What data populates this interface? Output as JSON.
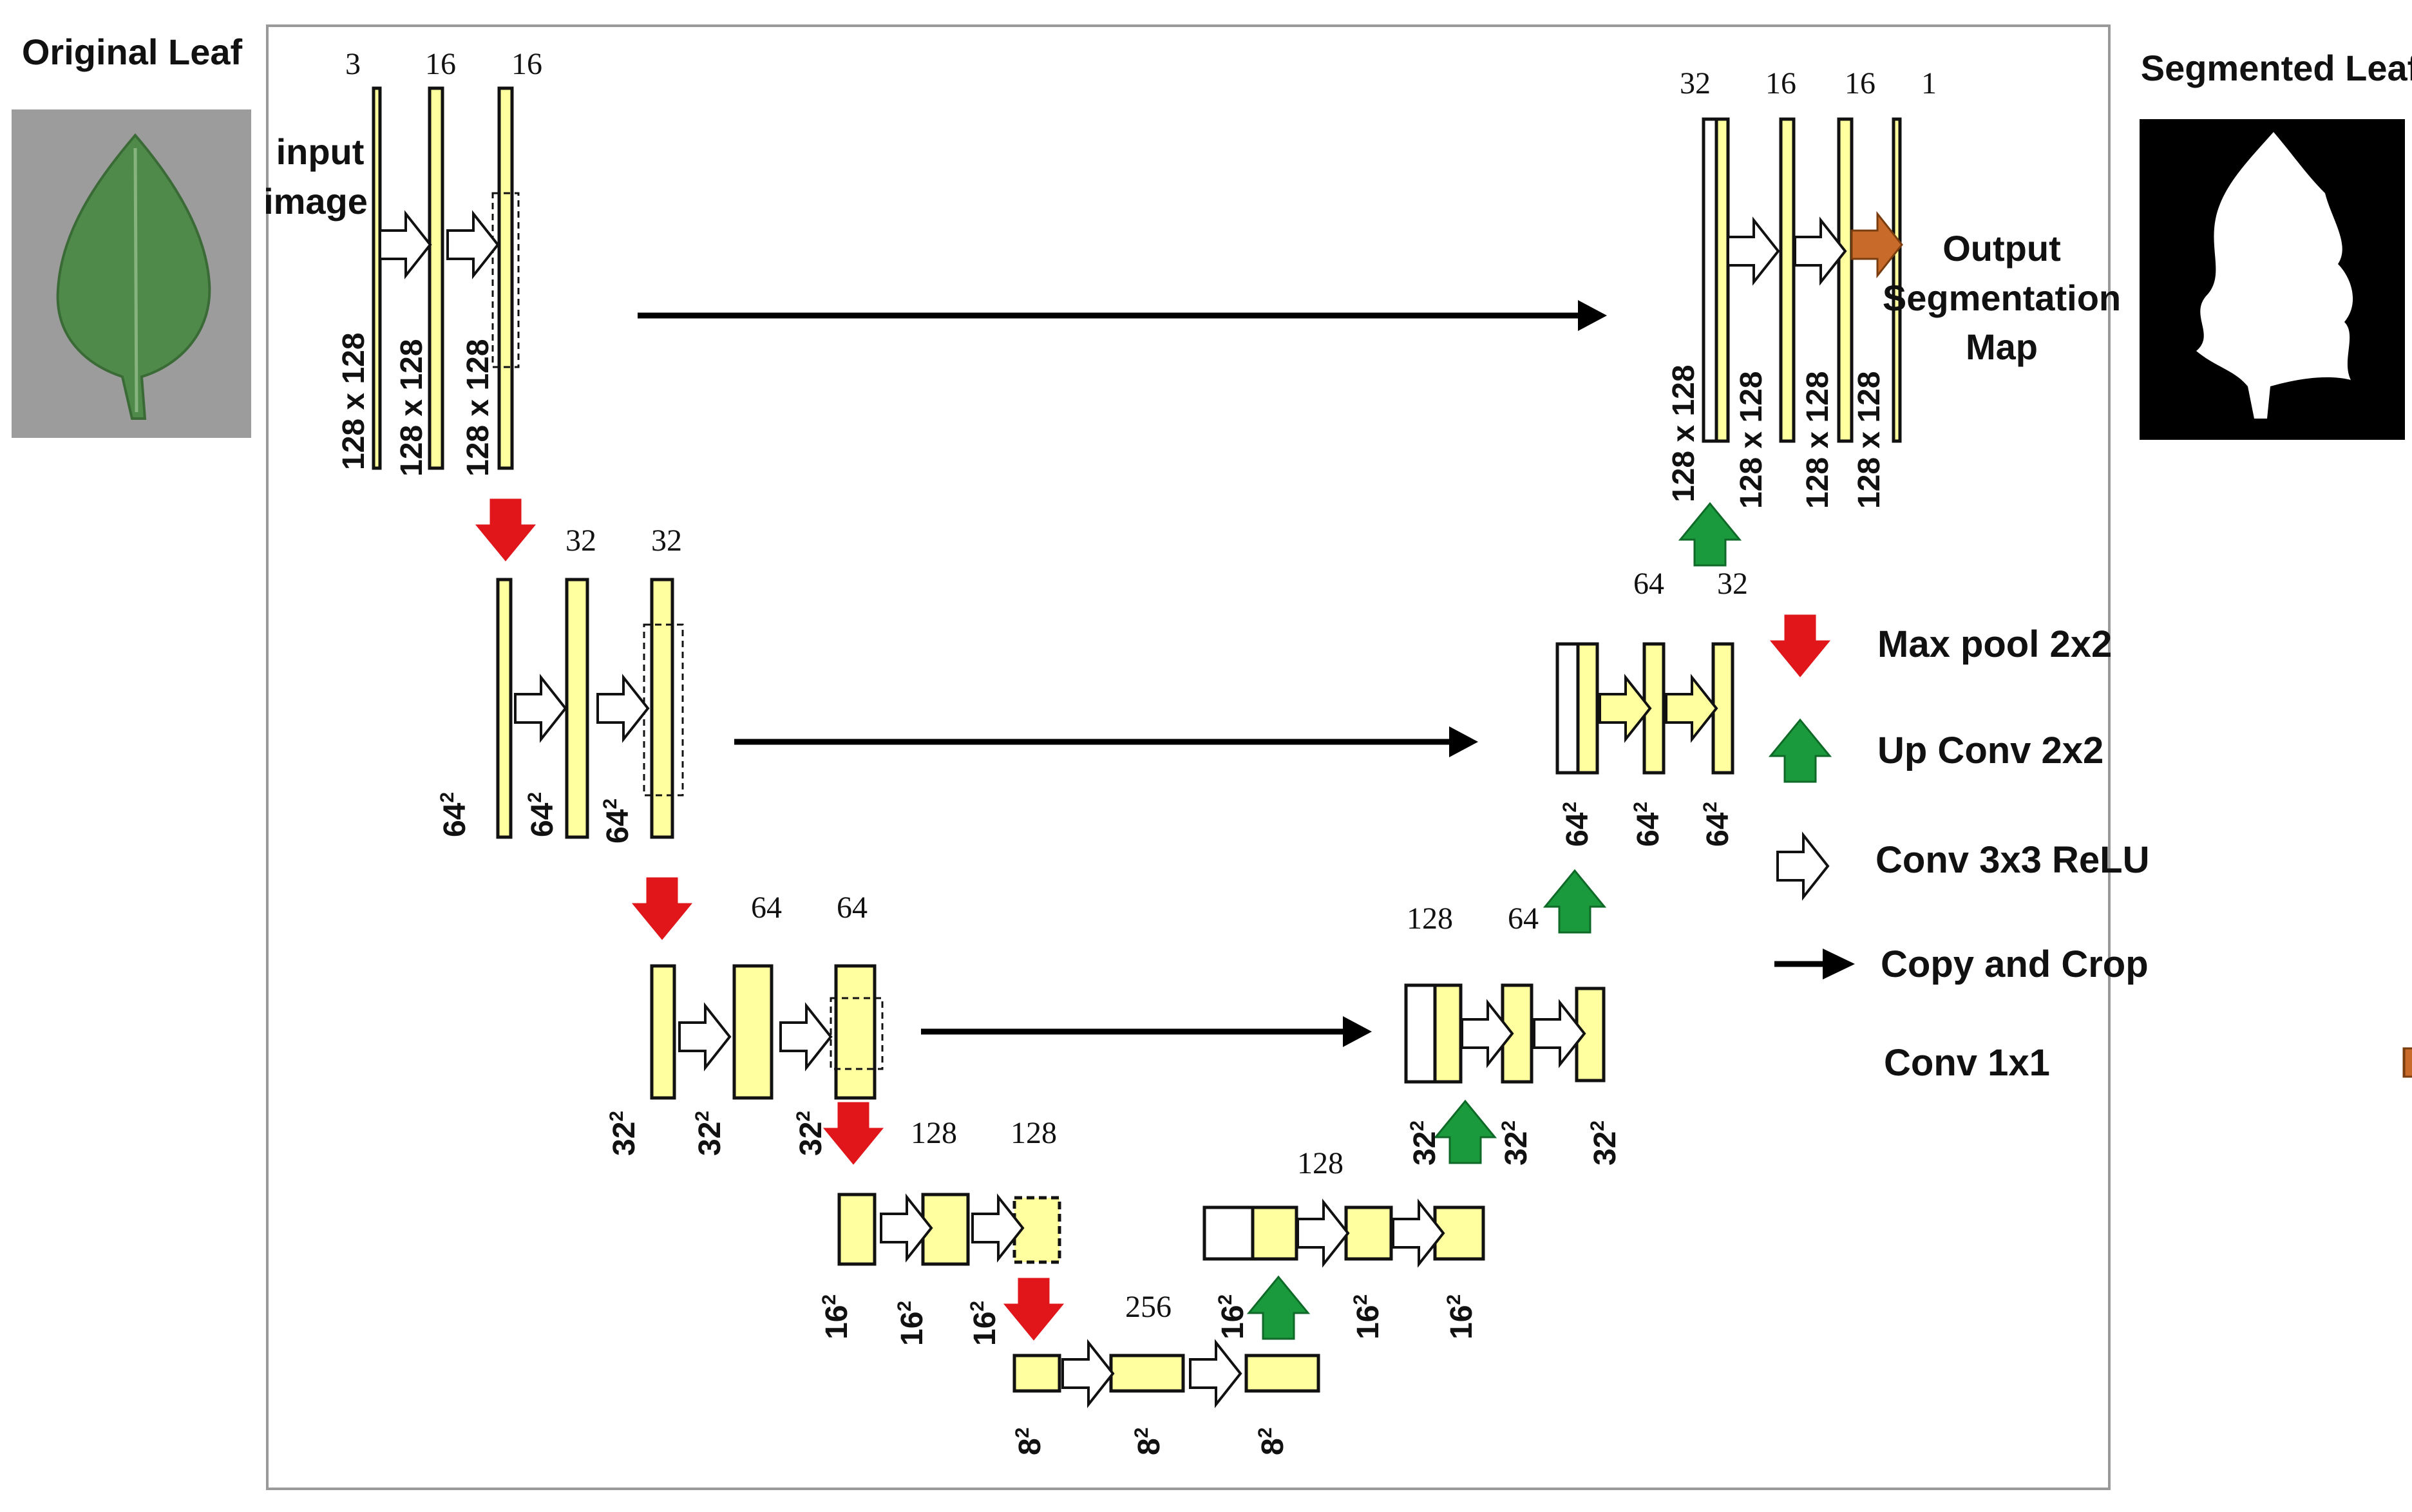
{
  "original_label": "Original Leaf",
  "segmented_label": "Segmented Leaf",
  "input_label_1": "input",
  "input_label_2": "image",
  "output_label_1": "Output",
  "output_label_2": "Segmentation",
  "output_label_3": "Map",
  "channels": {
    "enc1": [
      "3",
      "16",
      "16"
    ],
    "enc2": [
      "32",
      "32"
    ],
    "enc3": [
      "64",
      "64"
    ],
    "enc4": [
      "128",
      "128"
    ],
    "bottom": [
      "256"
    ],
    "dec4": [
      "128"
    ],
    "dec3": [
      "128",
      "64"
    ],
    "dec2": [
      "64",
      "32"
    ],
    "dec1": [
      "32",
      "16",
      "16",
      "1"
    ]
  },
  "sizes": {
    "s128": "128 x 128",
    "s64": "64",
    "s32": "32",
    "s16": "16",
    "s8": "8",
    "sq": "2"
  },
  "legend": {
    "maxpool": "Max pool 2x2",
    "upconv": "Up Conv 2x2",
    "conv": "Conv 3x3 ReLU",
    "copy": "Copy and Crop",
    "conv1x1": "Conv 1x1"
  },
  "colors": {
    "block": "#ffff9f",
    "maxpool": "#e0161b",
    "upconv": "#1a9a3c",
    "conv1x1": "#c86a2a",
    "leaf": "#4f8a4a",
    "leaf_bg": "#9c9c9c"
  }
}
